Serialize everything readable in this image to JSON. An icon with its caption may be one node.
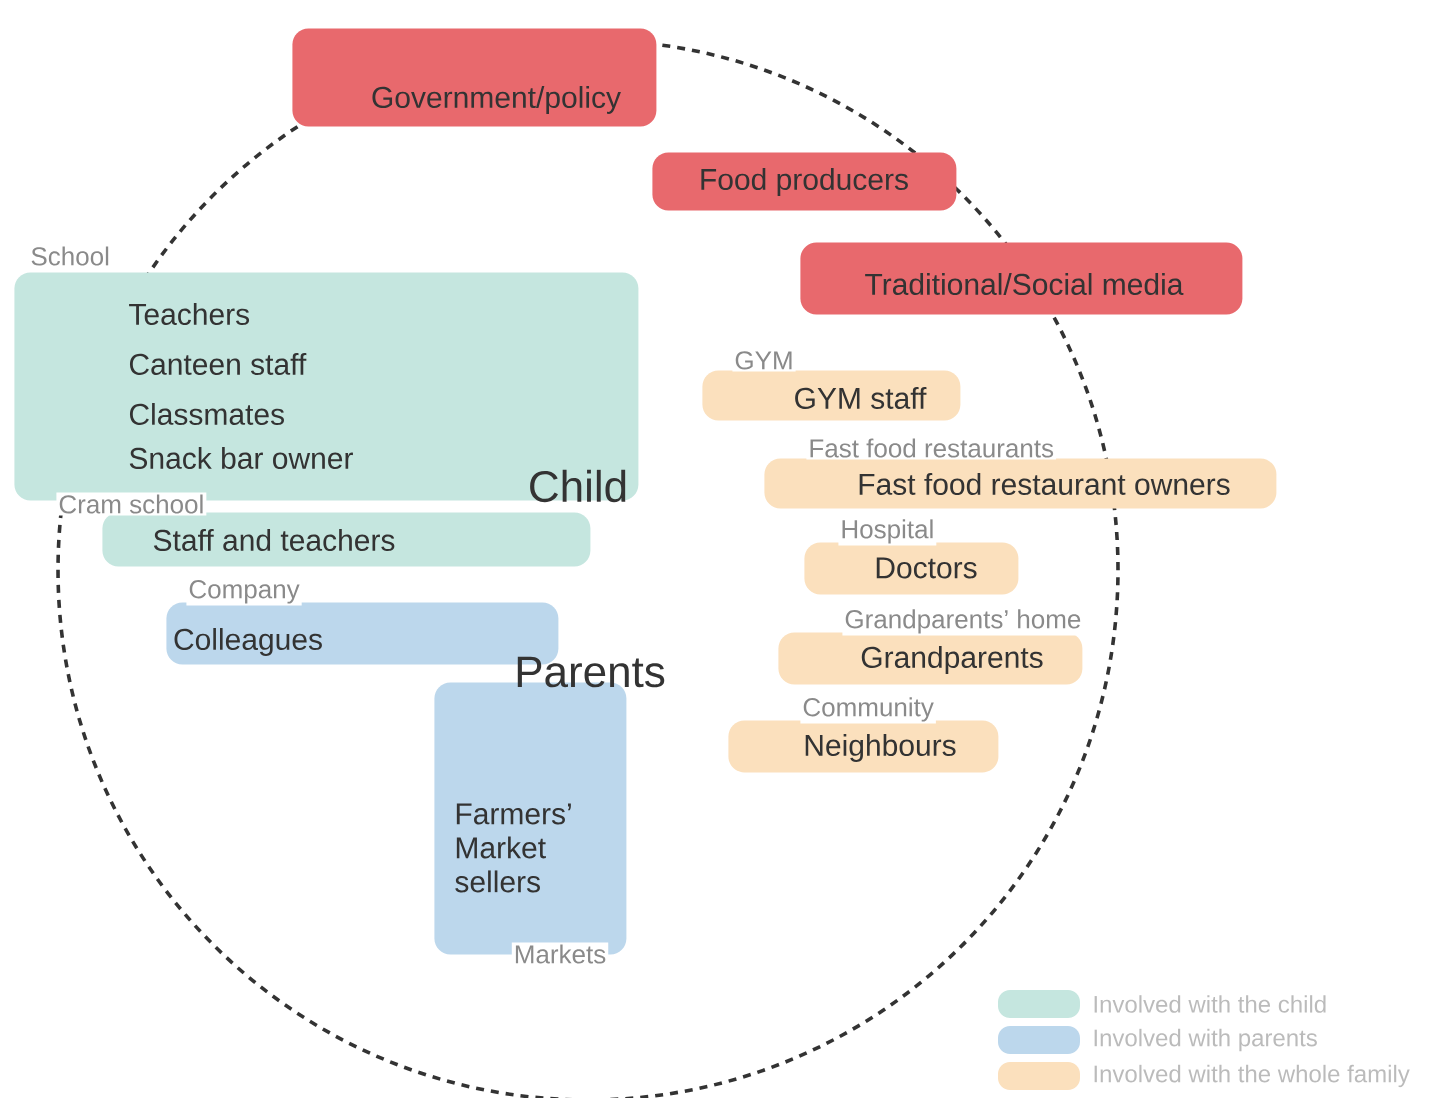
{
  "diagram": {
    "nodes": [
      {
        "text": [
          "Government/policy"
        ]
      },
      {
        "text": [
          "Food producers"
        ]
      },
      {
        "text": [
          "Traditional/Social media"
        ]
      },
      {
        "text": [
          "School",
          "Teachers",
          "Canteen staff",
          "Classmates",
          "Snack bar owner"
        ]
      },
      {
        "text": [
          "GYM",
          "GYM staff"
        ]
      },
      {
        "text": [
          "Fast food restaurants",
          "Fast food restaurant owners"
        ]
      },
      {
        "text": [
          "Cram school",
          "Staff and teachers"
        ]
      },
      {
        "text": [
          "Hospital",
          "Doctors"
        ]
      },
      {
        "text": [
          "Company",
          "Colleagues"
        ]
      },
      {
        "text": [
          "Grandparents’ home",
          "Grandparents"
        ]
      },
      {
        "text": [
          "Community",
          "Neighbours"
        ]
      },
      {
        "text": [
          "Farmers’ Market sellers",
          "Markets"
        ]
      }
    ],
    "labels": [
      "Child",
      "Parents"
    ],
    "legend": [
      {
        "text": "Involved with the child",
        "color": "#c5e6df"
      },
      {
        "text": "Involved with parents",
        "color": "#bcd7ec"
      },
      {
        "text": "Involved with the whole family",
        "color": "#fbe0bd"
      }
    ]
  }
}
